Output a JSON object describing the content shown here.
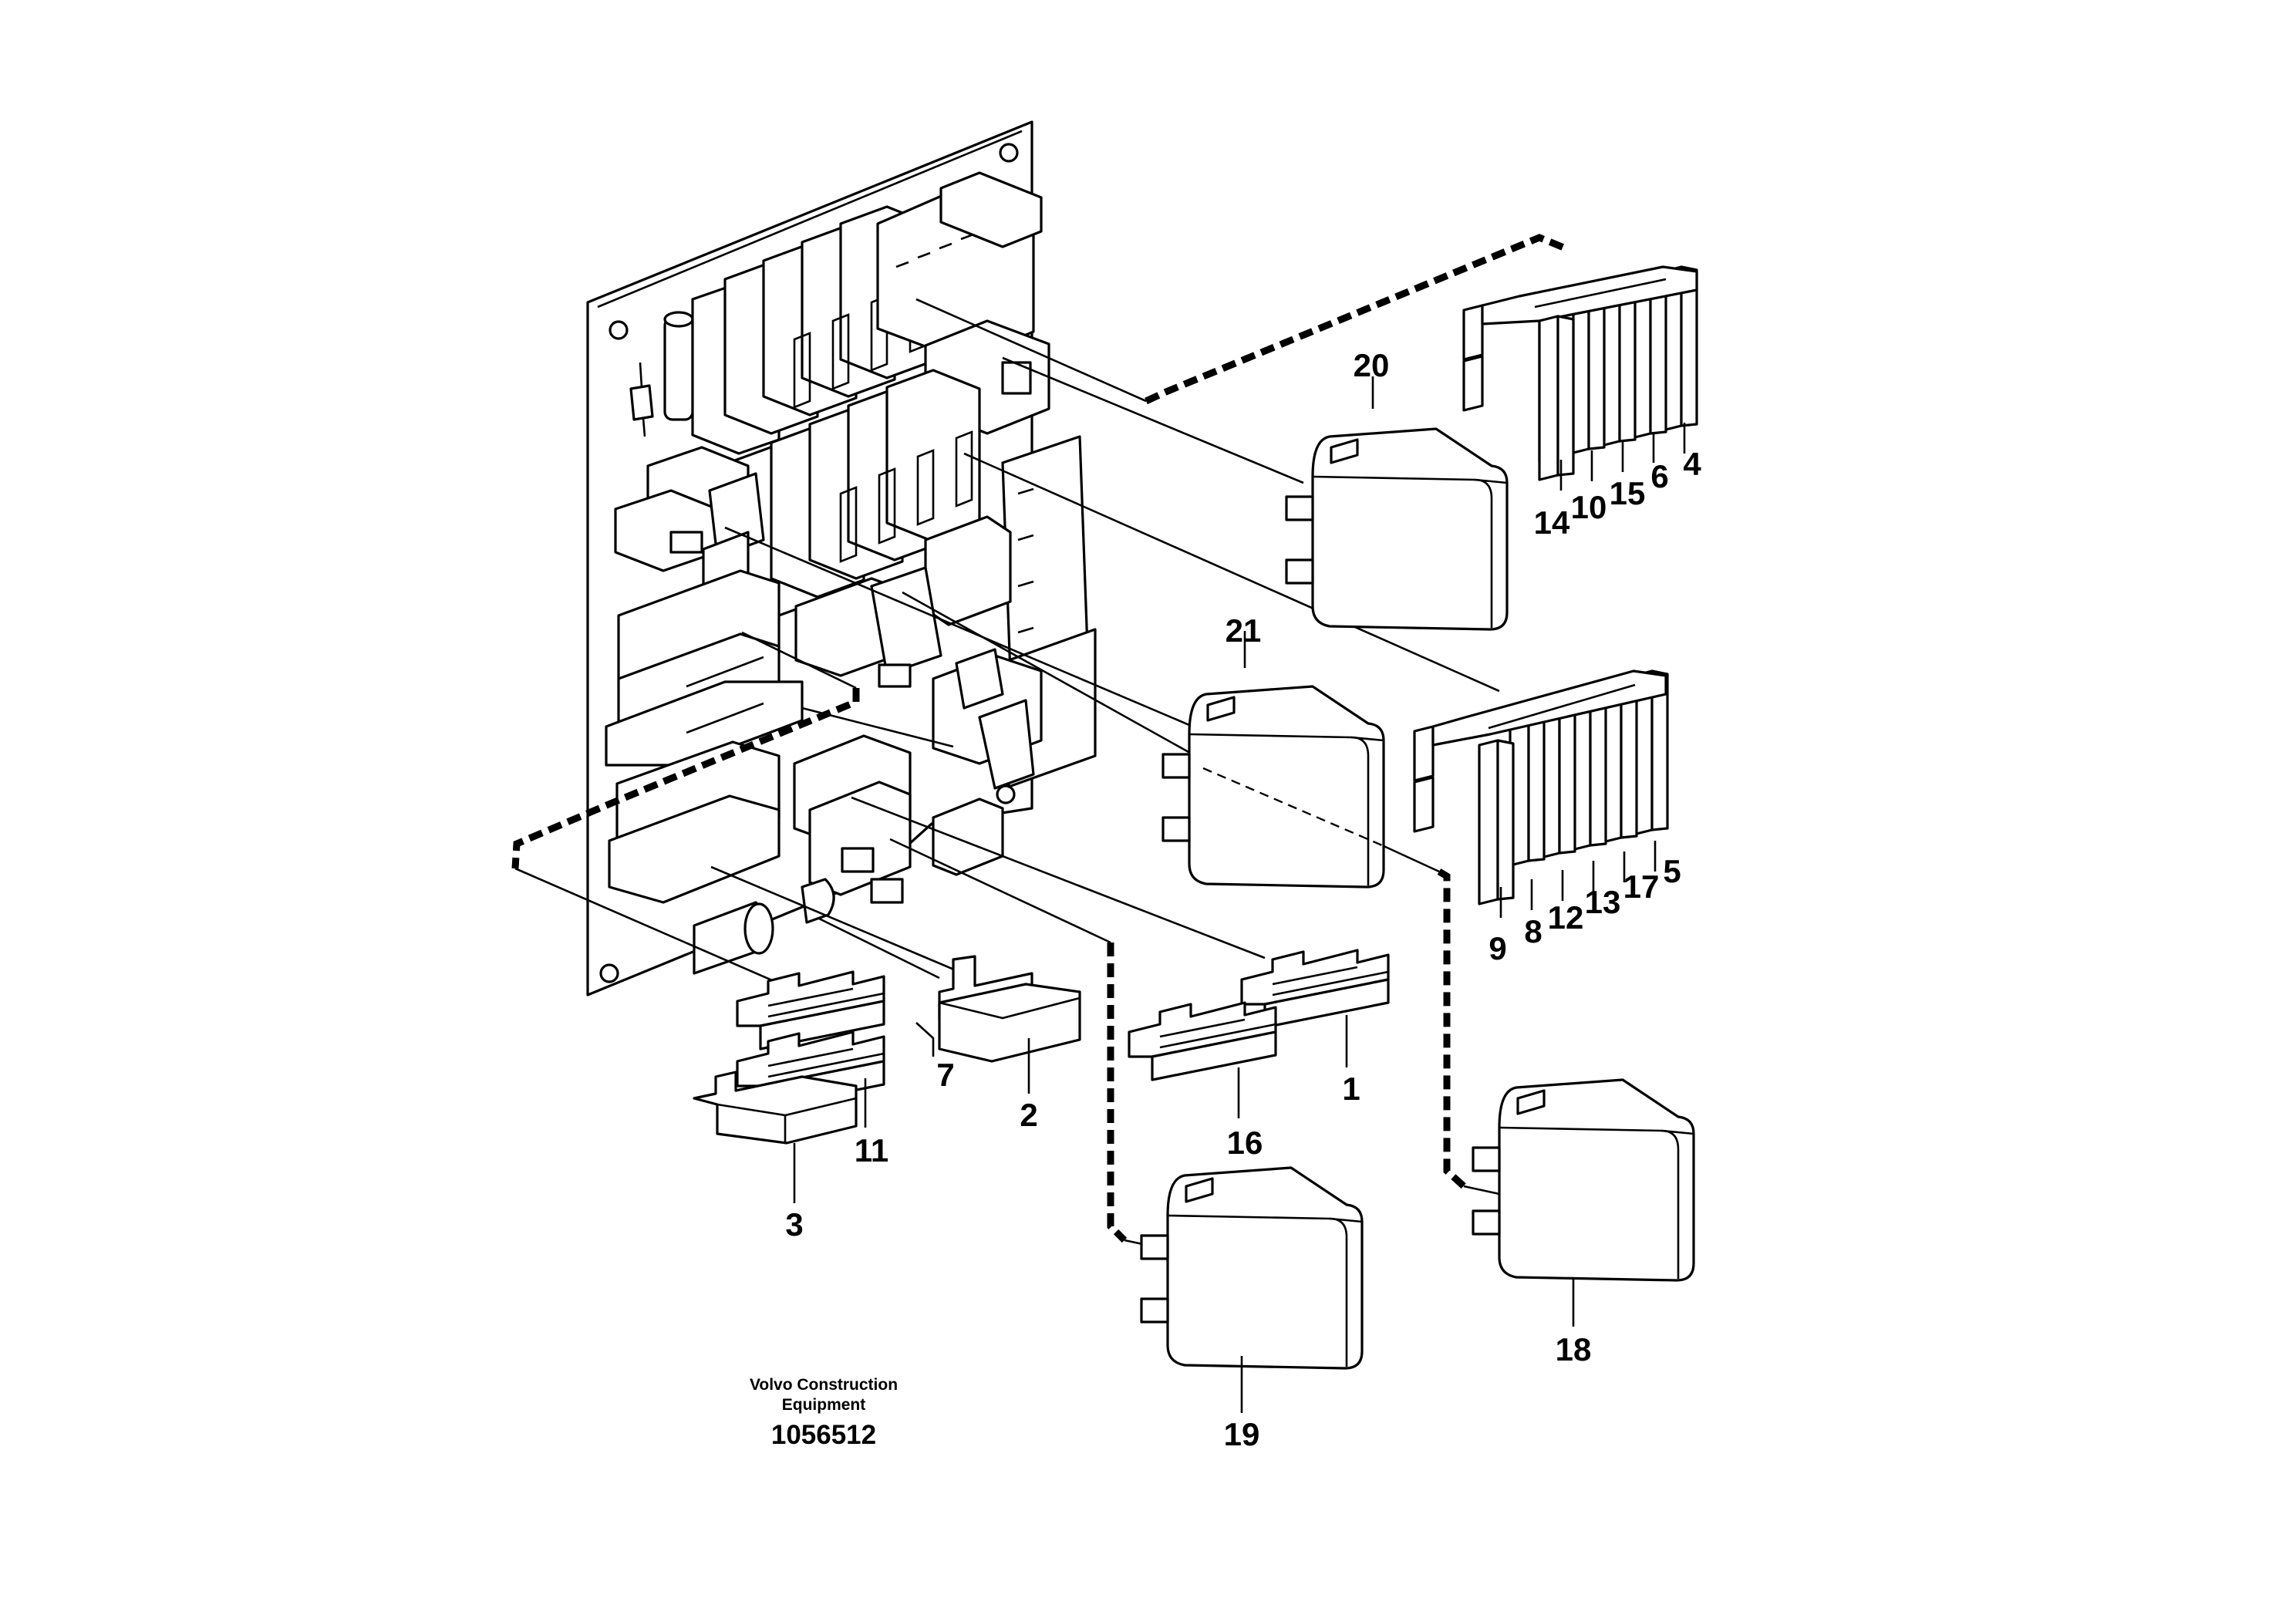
{
  "drawing": {
    "credit_line1": "Volvo Construction",
    "credit_line2": "Equipment",
    "part_number": "1056512"
  },
  "callouts": [
    "1",
    "2",
    "3",
    "4",
    "5",
    "6",
    "7",
    "8",
    "9",
    "10",
    "11",
    "12",
    "13",
    "14",
    "15",
    "16",
    "17",
    "18",
    "19",
    "20",
    "21"
  ],
  "colors": {
    "ink": "#000000",
    "paper": "#ffffff"
  }
}
